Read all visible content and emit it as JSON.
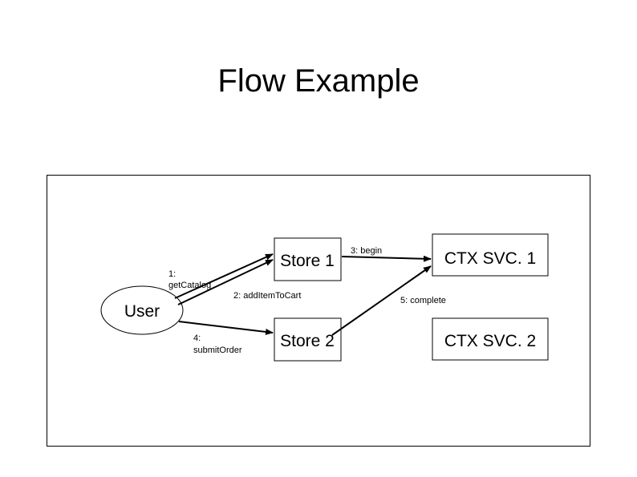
{
  "title": "Flow Example",
  "nodes": {
    "user": "User",
    "store1": "Store 1",
    "store2": "Store 2",
    "ctx1": "CTX SVC. 1",
    "ctx2": "CTX SVC. 2"
  },
  "edges": {
    "get_catalog": [
      "1:",
      "getCatalog"
    ],
    "add_item": "2: addItemToCart",
    "begin": "3: begin",
    "submit_order": [
      "4:",
      "submitOrder"
    ],
    "complete": "5: complete"
  }
}
